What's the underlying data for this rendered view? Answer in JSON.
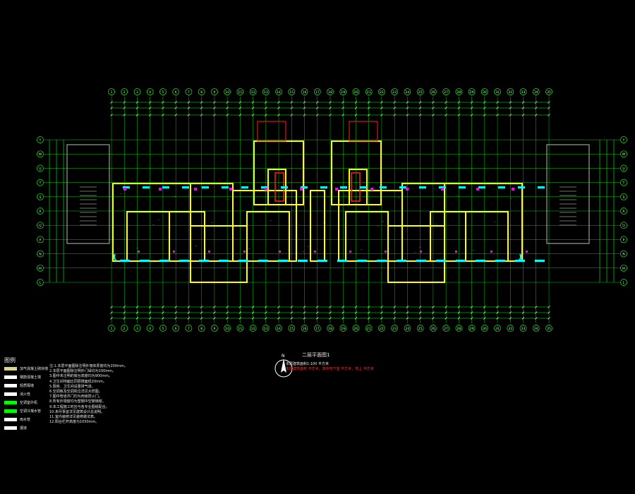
{
  "colors": {
    "background": "#000000",
    "grid": "#00ff00",
    "wall": "#ffff00",
    "window": "#00ffff",
    "stair": "#ff2020",
    "text": "#e8e8e8",
    "highlight": "#ff00ff"
  },
  "drawing": {
    "title": "二层平面图1",
    "scale_note": "本层建筑面积1:100  平方米",
    "red_note": "本层建筑面积 平方米，其中地下室 平方米，地上 平方米"
  },
  "axes": {
    "top": [
      "1",
      "2",
      "3",
      "4",
      "5",
      "6",
      "7",
      "8",
      "9",
      "10",
      "11",
      "12",
      "13",
      "14",
      "15",
      "16",
      "17",
      "18",
      "19",
      "20",
      "21",
      "22",
      "23",
      "24",
      "25",
      "26",
      "27",
      "28",
      "29",
      "30",
      "31",
      "32",
      "33",
      "34",
      "35"
    ],
    "bottom": [
      "1",
      "2",
      "3",
      "4",
      "5",
      "6",
      "7",
      "8",
      "9",
      "10",
      "11",
      "12",
      "13",
      "14",
      "15",
      "16",
      "17",
      "18",
      "19",
      "20",
      "21",
      "22",
      "23",
      "24",
      "25",
      "26",
      "27",
      "28",
      "29",
      "30",
      "31",
      "32",
      "33",
      "34",
      "35"
    ],
    "left": [
      "Y",
      "W",
      "U",
      "T",
      "S",
      "R",
      "Q",
      "P",
      "N",
      "M",
      "L"
    ],
    "right": [
      "Y",
      "W",
      "U",
      "T",
      "S",
      "R",
      "Q",
      "P",
      "N",
      "M",
      "L"
    ]
  },
  "legend": {
    "title": "图例",
    "items": [
      {
        "label": "加气混凝土砌块墙",
        "color": "#d8d890"
      },
      {
        "label": "钢筋混凝土墙",
        "color": "#ffffff"
      },
      {
        "label": "轻质隔墙",
        "color": "#ffffff"
      },
      {
        "label": "消火栓",
        "color": "#ffffff"
      },
      {
        "label": "空调室外机",
        "color": "#00ff00"
      },
      {
        "label": "空调冷凝水管",
        "color": "#00ff00"
      },
      {
        "label": "雨水管",
        "color": "#ffffff"
      },
      {
        "label": "烟道",
        "color": "#ffffff"
      }
    ]
  },
  "notes": [
    "注:1.本层平面图除注明外墙体厚度均为200mm。",
    "2.本层平面图除注明外门垛均为100mm。",
    "3.图中未注明的窗台高度均为900mm。",
    "4.卫生间地面比同层楼面低20mm。",
    "5.厨房、卫生间设置排气道。",
    "6.空调板及空调机位详见大样图。",
    "7.图中管道井门均为丙级防火门。",
    "8.所有外墙窗均为塑钢中空玻璃窗。",
    "9.本工程施工时应与各专业图纸配合。",
    "10.未尽事宜详见建筑设计总说明。",
    "11.室内装修详见装修做法表。",
    "12.阳台栏杆高度为1050mm。"
  ]
}
